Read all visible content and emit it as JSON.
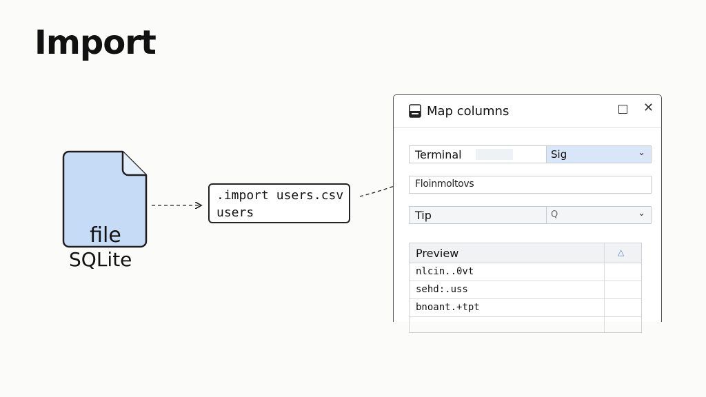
{
  "title": "Import",
  "file": {
    "label": "file",
    "caption": "SQLite"
  },
  "command": {
    "line1": ".import users.csv",
    "line2": "users"
  },
  "dialog": {
    "title": "Map columns",
    "rows": [
      {
        "label": "Terminal",
        "value": "Sig",
        "chevron": "⌄"
      },
      {
        "label": "Floinmoltovs",
        "value": "",
        "chevron": ""
      },
      {
        "label": "Tip",
        "value": "Q",
        "chevron": "⌄"
      }
    ],
    "preview": {
      "header": "Preview",
      "header_icon": "△",
      "rows": [
        "nlcin..0vt",
        "sehd:.uss",
        "bnoant.+tpt",
        ""
      ]
    }
  },
  "colors": {
    "file_fill": "#c6dcf6",
    "select_highlight": "#d9e6f7",
    "accent": "#5a7fb8"
  }
}
